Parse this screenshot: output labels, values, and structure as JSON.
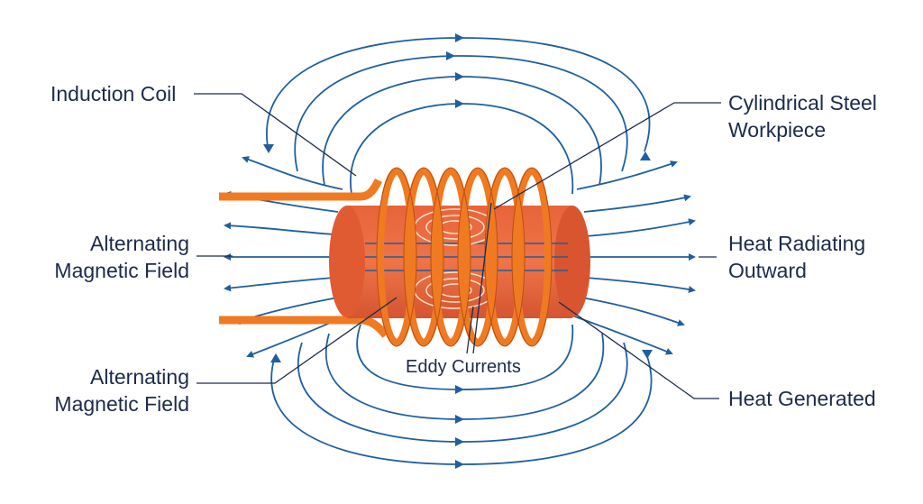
{
  "labels": {
    "induction_coil": "Induction Coil",
    "workpiece_line1": "Cylindrical Steel",
    "workpiece_line2": "Workpiece",
    "field_left_top_line1": "Alternating",
    "field_left_top_line2": "Magnetic Field",
    "field_left_bottom_line1": "Alternating",
    "field_left_bottom_line2": "Magnetic Field",
    "heat_radiating_line1": "Heat Radiating",
    "heat_radiating_line2": "Outward",
    "heat_generated": "Heat Generated",
    "eddy_currents": "Eddy Currents"
  },
  "colors": {
    "field_lines": "#1f5f9f",
    "coil": "#f07a22",
    "coil_edge": "#b84f0f",
    "workpiece": "#e8643a",
    "workpiece_dark": "#c84c28",
    "leader_lines": "#1c2b4a",
    "text": "#1c2b4a"
  }
}
